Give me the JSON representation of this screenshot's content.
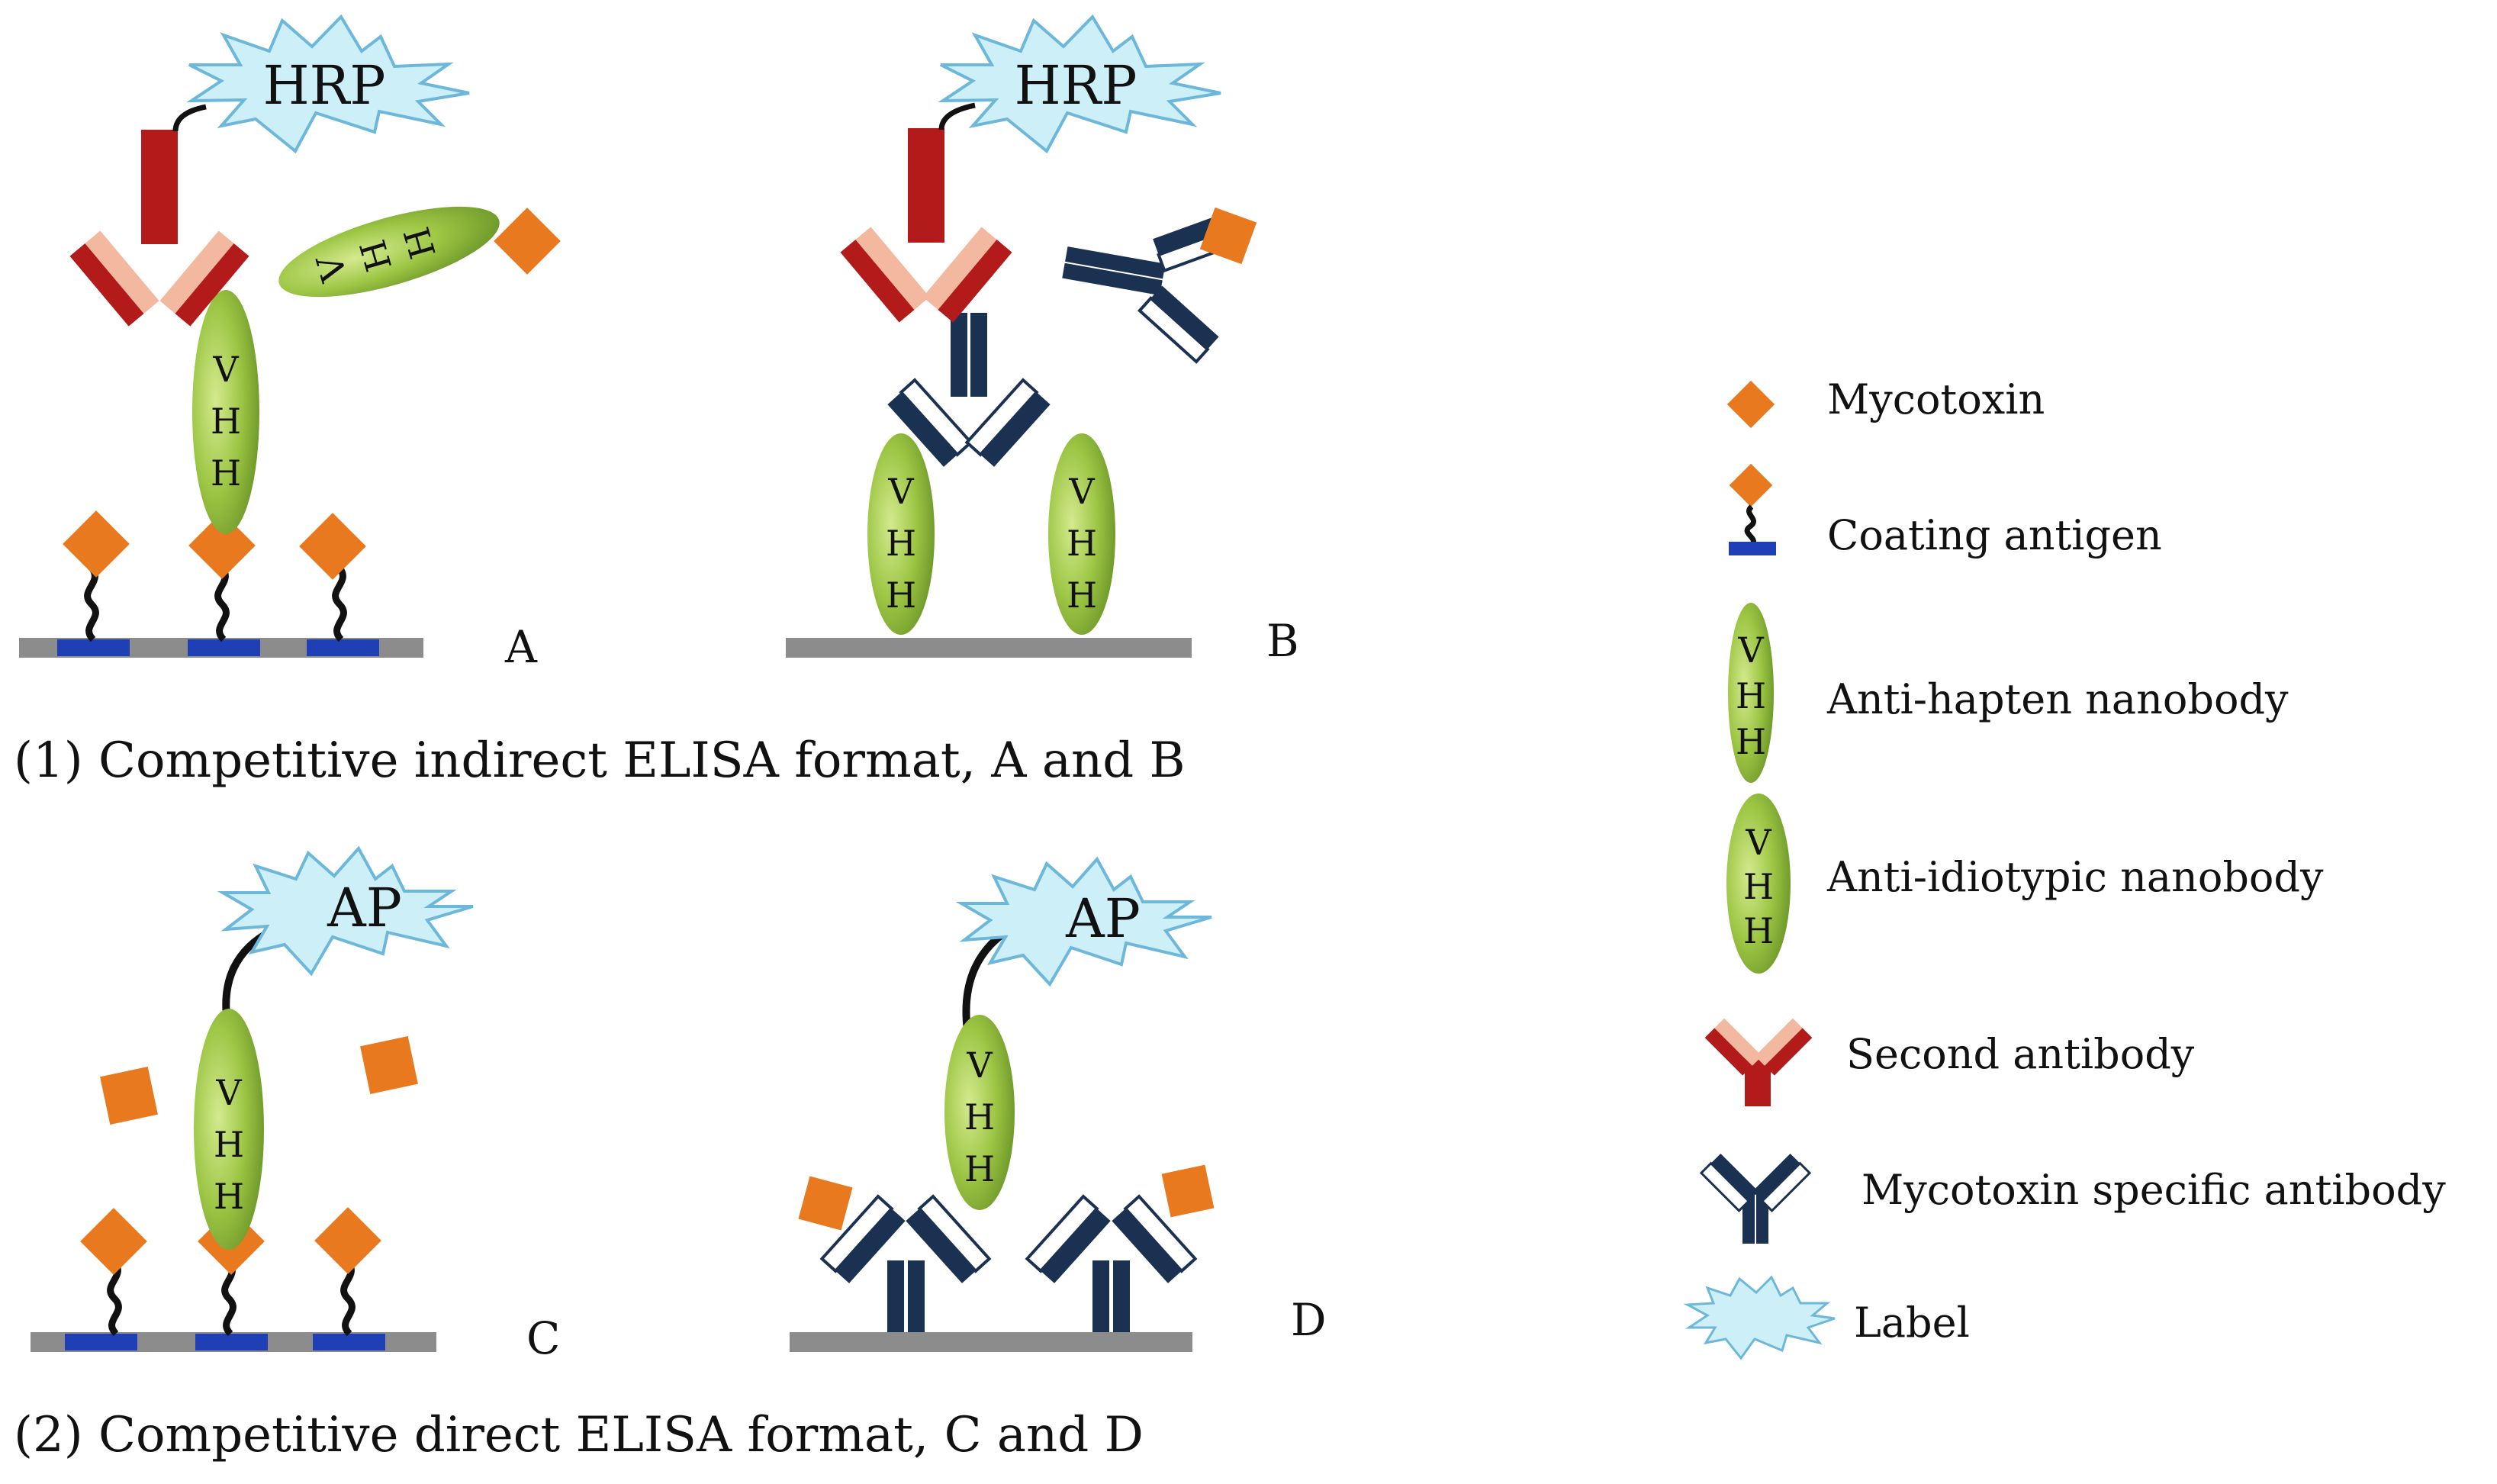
{
  "colors": {
    "mycotoxin": "#E8791F",
    "surface": "#8C8C8C",
    "coating_base": "#1F3FB4",
    "nanobody": "#8DB83B",
    "second_ab_dark": "#B31B1B",
    "second_ab_light": "#F2B9A0",
    "myco_ab_dark": "#1B3152",
    "label_fill": "#CDEFF8",
    "label_stroke": "#6CB7DA"
  },
  "panels": {
    "a": "A",
    "b": "B",
    "c": "C",
    "d": "D"
  },
  "captions": {
    "indirect": "(1) Competitive indirect ELISA format, A and B",
    "direct": "(2) Competitive direct ELISA format, C and D"
  },
  "tags": {
    "hrp": "HRP",
    "ap": "AP"
  },
  "nanobody_letters": [
    "V",
    "H",
    "H"
  ],
  "legend": [
    {
      "icon": "mycotoxin-icon",
      "label": "Mycotoxin"
    },
    {
      "icon": "coating-antigen-icon",
      "label": "Coating antigen"
    },
    {
      "icon": "anti-hapten-nanobody-icon",
      "label": "Anti-hapten nanobody"
    },
    {
      "icon": "anti-idiotypic-nanobody-icon",
      "label": "Anti-idiotypic nanobody"
    },
    {
      "icon": "second-antibody-icon",
      "label": "Second antibody"
    },
    {
      "icon": "mycotoxin-specific-antibody-icon",
      "label": "Mycotoxin specific antibody"
    },
    {
      "icon": "label-star-icon",
      "label": "Label"
    }
  ]
}
